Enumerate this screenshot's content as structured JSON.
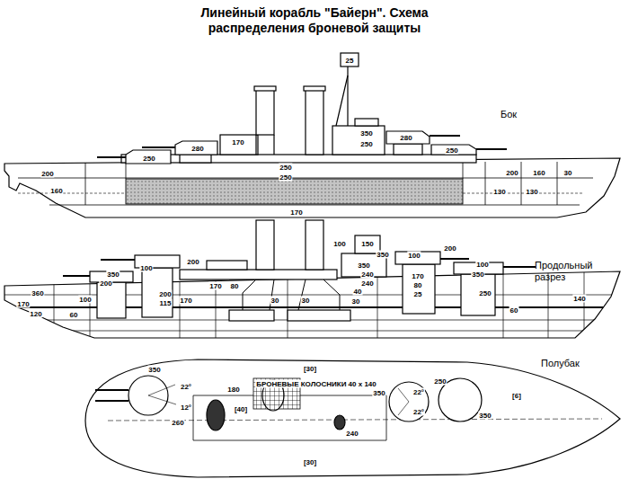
{
  "diagram": {
    "title": "Линейный корабль \"Байерн\". Схема распределения броневой защиты",
    "labels": [
      "Бок",
      "25",
      "280",
      "250",
      "170",
      "350",
      "250",
      "280",
      "250",
      "250",
      "250",
      "200",
      "160",
      "170",
      "200",
      "160",
      "30",
      "130",
      "130",
      "Продольный разрез",
      "100",
      "200",
      "350",
      "200",
      "360",
      "100",
      "170",
      "120",
      "60",
      "200",
      "115",
      "170",
      "170",
      "80",
      "30",
      "30",
      "100",
      "150",
      "350",
      "350",
      "240",
      "240",
      "40",
      "30",
      "100",
      "200",
      "100",
      "350",
      "170",
      "80",
      "25",
      "250",
      "60",
      "140",
      "Полубак",
      "350",
      "22°",
      "12°",
      "260",
      "[30]",
      "180",
      "БРОНЕВЫЕ КОЛОСНИКИ 40 х 140",
      "[40]",
      "[30]",
      "240",
      "350",
      "22°",
      "22°",
      "250",
      "[6]",
      "350"
    ]
  }
}
